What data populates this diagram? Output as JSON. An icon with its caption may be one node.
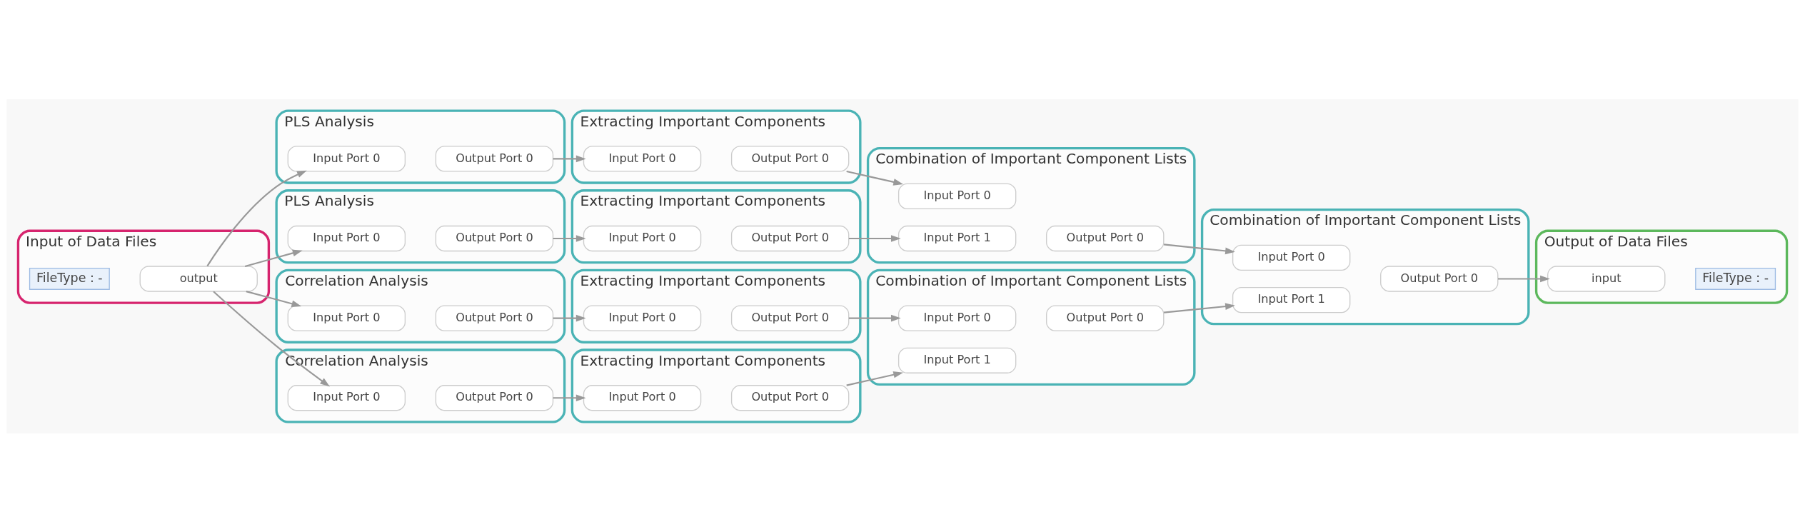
{
  "diagram": {
    "nodes": [
      {
        "text": [
          "Input of Data Files"
        ]
      },
      {
        "text": [
          "FileType : -"
        ],
        "in": 0
      },
      {
        "text": [
          "output"
        ],
        "in": 0
      },
      {
        "text": [
          "PLS Analysis"
        ]
      },
      {
        "text": [
          "Input Port 0"
        ],
        "in": 3
      },
      {
        "text": [
          "Output Port 0"
        ],
        "in": 3
      },
      {
        "text": [
          "Extracting Important Components"
        ]
      },
      {
        "text": [
          "Input Port 0"
        ],
        "in": 6
      },
      {
        "text": [
          "Output Port 0"
        ],
        "in": 6
      },
      {
        "text": [
          "Combination of Important Component Lists"
        ]
      },
      {
        "text": [
          "Input Port 0"
        ],
        "in": 9
      },
      {
        "text": [
          "Input Port 1"
        ],
        "in": 9
      },
      {
        "text": [
          "Output Port 0"
        ],
        "in": 9
      },
      {
        "text": [
          "PLS Analysis"
        ]
      },
      {
        "text": [
          "Input Port 0"
        ],
        "in": 13
      },
      {
        "text": [
          "Output Port 0"
        ],
        "in": 13
      },
      {
        "text": [
          "Extracting Important Components"
        ]
      },
      {
        "text": [
          "Input Port 0"
        ],
        "in": 16
      },
      {
        "text": [
          "Output Port 0"
        ],
        "in": 16
      },
      {
        "text": [
          "Correlation Analysis"
        ]
      },
      {
        "text": [
          "Input Port 0"
        ],
        "in": 19
      },
      {
        "text": [
          "Output Port 0"
        ],
        "in": 19
      },
      {
        "text": [
          "Extracting Important Components"
        ]
      },
      {
        "text": [
          "Input Port 0"
        ],
        "in": 22
      },
      {
        "text": [
          "Output Port 0"
        ],
        "in": 22
      },
      {
        "text": [
          "Combination of Important Component Lists"
        ]
      },
      {
        "text": [
          "Input Port 0"
        ],
        "in": 25
      },
      {
        "text": [
          "Input Port 1"
        ],
        "in": 25
      },
      {
        "text": [
          "Output Port 0"
        ],
        "in": 25
      },
      {
        "text": [
          "Combination of Important Component Lists"
        ]
      },
      {
        "text": [
          "Input Port 0"
        ],
        "in": 29
      },
      {
        "text": [
          "Input Port 1"
        ],
        "in": 29
      },
      {
        "text": [
          "Output Port 0"
        ],
        "in": 29
      },
      {
        "text": [
          "Correlation Analysis"
        ]
      },
      {
        "text": [
          "Input Port 0"
        ],
        "in": 33
      },
      {
        "text": [
          "Output Port 0"
        ],
        "in": 33
      },
      {
        "text": [
          "Extracting Important Components"
        ]
      },
      {
        "text": [
          "Input Port 0"
        ],
        "in": 36
      },
      {
        "text": [
          "Output Port 0"
        ],
        "in": 36
      },
      {
        "text": [
          "Output of Data Files"
        ]
      },
      {
        "text": [
          "input"
        ],
        "in": 39
      },
      {
        "text": [
          "FileType : -"
        ],
        "in": 39
      }
    ],
    "edges": [
      {
        "from": 2,
        "to": 4,
        "arrow": "to"
      },
      {
        "from": 5,
        "to": 7,
        "arrow": "to"
      },
      {
        "from": 8,
        "to": 10,
        "arrow": "to"
      },
      {
        "from": 2,
        "to": 14,
        "arrow": "to"
      },
      {
        "from": 15,
        "to": 17,
        "arrow": "to"
      },
      {
        "from": 18,
        "to": 11,
        "arrow": "to"
      },
      {
        "from": 12,
        "to": 30,
        "arrow": "to"
      },
      {
        "from": 2,
        "to": 20,
        "arrow": "to"
      },
      {
        "from": 21,
        "to": 23,
        "arrow": "to"
      },
      {
        "from": 24,
        "to": 26,
        "arrow": "to"
      },
      {
        "from": 28,
        "to": 31,
        "arrow": "to"
      },
      {
        "from": 32,
        "to": 40,
        "arrow": "to"
      },
      {
        "from": 2,
        "to": 34,
        "arrow": "to"
      },
      {
        "from": 35,
        "to": 37,
        "arrow": "to"
      },
      {
        "from": 38,
        "to": 27,
        "arrow": "to"
      }
    ]
  }
}
